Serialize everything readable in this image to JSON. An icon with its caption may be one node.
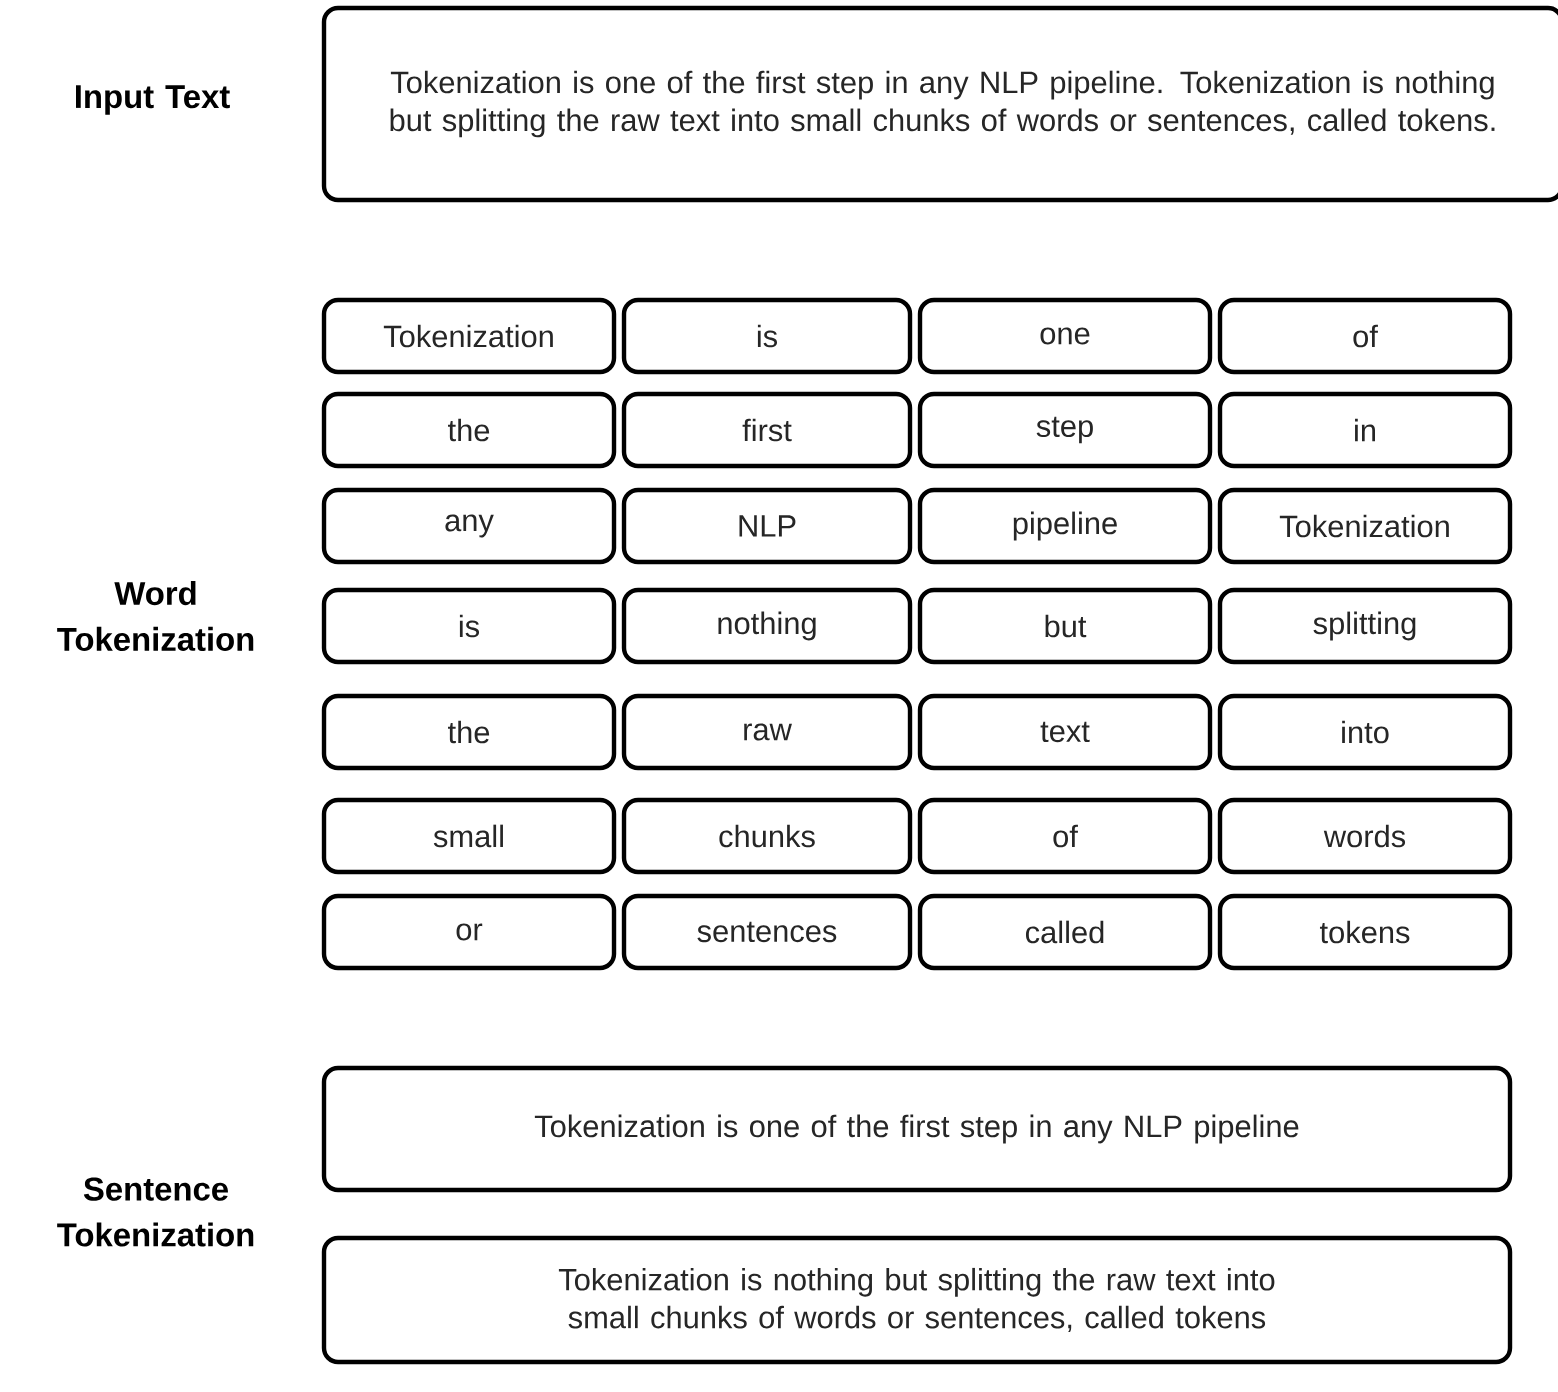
{
  "diagram": {
    "nodes": [
      {
        "text": [
          "Tokenization is one of the first step in any NLP pipeline. Tokenization is nothing but splitting the raw text into small chunks of words or sentences, called tokens."
        ]
      },
      {
        "text": [
          "Tokenization"
        ]
      },
      {
        "text": [
          "is"
        ]
      },
      {
        "text": [
          "one"
        ]
      },
      {
        "text": [
          "of"
        ]
      },
      {
        "text": [
          "the"
        ]
      },
      {
        "text": [
          "first"
        ]
      },
      {
        "text": [
          "step"
        ]
      },
      {
        "text": [
          "in"
        ]
      },
      {
        "text": [
          "any"
        ]
      },
      {
        "text": [
          "NLP"
        ]
      },
      {
        "text": [
          "pipeline"
        ]
      },
      {
        "text": [
          "Tokenization"
        ]
      },
      {
        "text": [
          "is"
        ]
      },
      {
        "text": [
          "nothing"
        ]
      },
      {
        "text": [
          "but"
        ]
      },
      {
        "text": [
          "splitting"
        ]
      },
      {
        "text": [
          "the"
        ]
      },
      {
        "text": [
          "raw"
        ]
      },
      {
        "text": [
          "text"
        ]
      },
      {
        "text": [
          "into"
        ]
      },
      {
        "text": [
          "small"
        ]
      },
      {
        "text": [
          "chunks"
        ]
      },
      {
        "text": [
          "of"
        ]
      },
      {
        "text": [
          "words"
        ]
      },
      {
        "text": [
          "or"
        ]
      },
      {
        "text": [
          "sentences"
        ]
      },
      {
        "text": [
          "called"
        ]
      },
      {
        "text": [
          "tokens"
        ]
      },
      {
        "text": [
          "Tokenization is one of the first step in any NLP pipeline"
        ]
      },
      {
        "text": [
          "Tokenization is nothing but splitting the raw text into small chunks of words or sentences, called tokens"
        ]
      }
    ],
    "edges": [],
    "labels": [
      "Input Text",
      "Word Tokenization",
      "Sentence Tokenization"
    ]
  }
}
